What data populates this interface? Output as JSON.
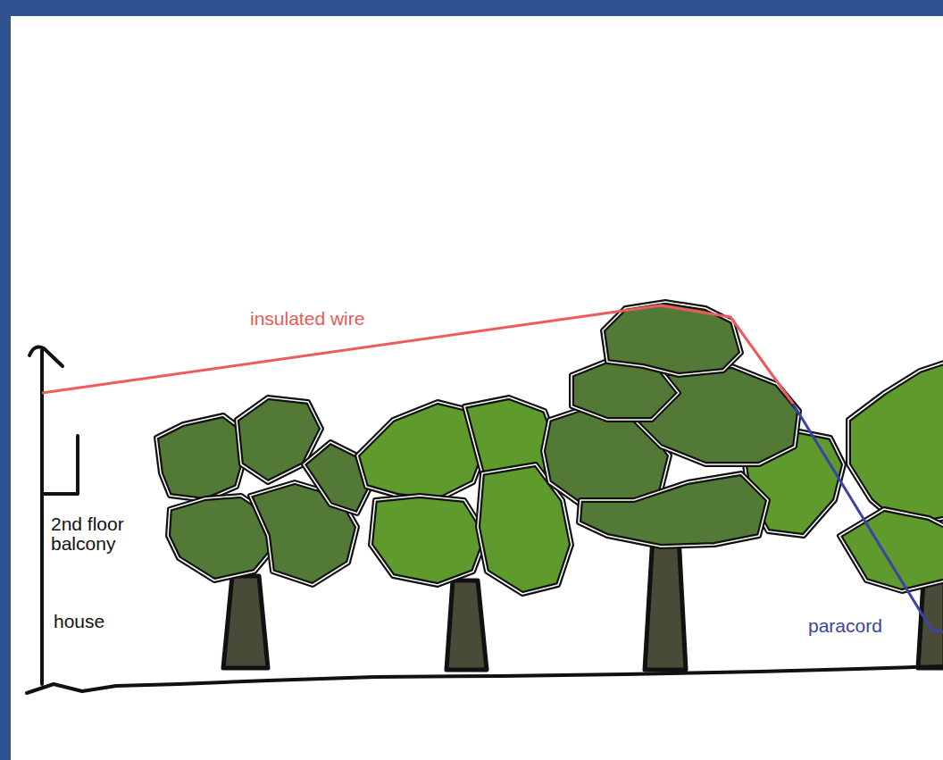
{
  "diagram": {
    "labels": [
      "insulated wire",
      "2nd floor balcony",
      "house",
      "paracord"
    ]
  }
}
